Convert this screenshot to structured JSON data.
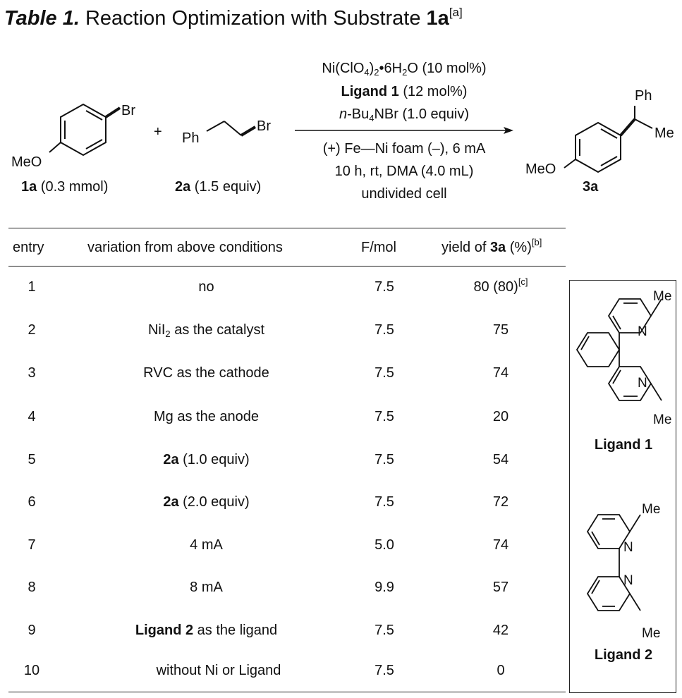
{
  "title": {
    "label": "Table 1.",
    "text": " Reaction Optimization with Substrate ",
    "substrate": "1a",
    "footnote": "[a]"
  },
  "scheme": {
    "sub1": {
      "br": "Br",
      "meo": "MeO",
      "label_bold": "1a",
      "label_rest": " (0.3 mmol)"
    },
    "plus": "+",
    "sub2": {
      "ph": "Ph",
      "br": "Br",
      "label_bold": "2a",
      "label_rest": " (1.5 equiv)"
    },
    "conditions": {
      "line1": {
        "a": "Ni(ClO",
        "s1": "4",
        "b": ")",
        "s2": "2",
        "c": "•6H",
        "s3": "2",
        "d": "O (10 mol%)"
      },
      "line2": {
        "bold": "Ligand 1",
        "rest": " (12 mol%)"
      },
      "line3": {
        "it": "n",
        "a": "-Bu",
        "s": "4",
        "b": "NBr (1.0 equiv)"
      },
      "line4": "(+) Fe—Ni foam (–), 6 mA",
      "line5": "10 h, rt, DMA (4.0 mL)",
      "line6": "undivided cell"
    },
    "product": {
      "ph": "Ph",
      "me": "Me",
      "meo": "MeO",
      "label": "3a"
    }
  },
  "table": {
    "headers": {
      "entry": "entry",
      "variation": "variation from above conditions",
      "fmol": "F/mol",
      "yield_pre": "yield of ",
      "yield_bold": "3a",
      "yield_post": " (%)",
      "yield_sup": "[b]"
    },
    "rows": [
      {
        "entry": "1",
        "fmol": "7.5",
        "yield": "80 (80)",
        "yield_sup": "[c]",
        "v": {
          "text": "no"
        }
      },
      {
        "entry": "2",
        "fmol": "7.5",
        "yield": "75",
        "v": {
          "pre": "NiI",
          "sub": "2",
          "post": " as the catalyst"
        }
      },
      {
        "entry": "3",
        "fmol": "7.5",
        "yield": "74",
        "v": {
          "text": "RVC as the cathode"
        }
      },
      {
        "entry": "4",
        "fmol": "7.5",
        "yield": "20",
        "v": {
          "text": "Mg as the anode"
        }
      },
      {
        "entry": "5",
        "fmol": "7.5",
        "yield": "54",
        "v": {
          "bold": "2a",
          "rest": " (1.0 equiv)"
        }
      },
      {
        "entry": "6",
        "fmol": "7.5",
        "yield": "72",
        "v": {
          "bold": "2a",
          "rest": " (2.0 equiv)"
        }
      },
      {
        "entry": "7",
        "fmol": "5.0",
        "yield": "74",
        "v": {
          "text": "4 mA"
        }
      },
      {
        "entry": "8",
        "fmol": "9.9",
        "yield": "57",
        "v": {
          "text": "8 mA"
        }
      },
      {
        "entry": "9",
        "fmol": "7.5",
        "yield": "42",
        "v": {
          "bold": "Ligand 2",
          "rest": " as the ligand"
        }
      },
      {
        "entry": "10",
        "fmol": "7.5",
        "yield": "0",
        "v": {
          "text": "without Ni or Ligand"
        }
      }
    ]
  },
  "ligands": {
    "ligand1": {
      "me_top": "Me",
      "n_top": "N",
      "n_bot": "N",
      "me_bot": "Me",
      "label": "Ligand 1"
    },
    "ligand2": {
      "me_top": "Me",
      "n_top": "N",
      "n_bot": "N",
      "me_bot": "Me",
      "label": "Ligand 2"
    }
  }
}
